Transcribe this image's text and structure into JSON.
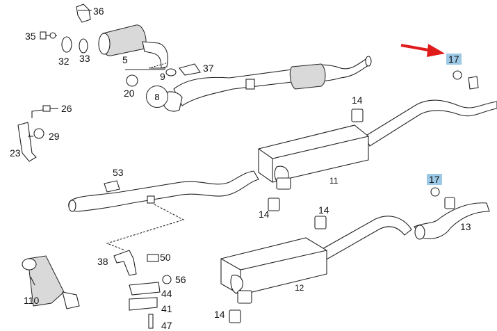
{
  "callouts": {
    "p35": "35",
    "p32": "32",
    "p33": "33",
    "p5": "5",
    "p36": "36",
    "p9": "9",
    "p37": "37",
    "p20": "20",
    "p8": "8",
    "p26": "26",
    "p29": "29",
    "p23": "23",
    "p17a": "17",
    "p17b": "17",
    "p14a": "14",
    "p14b": "14",
    "p14c": "14",
    "p14d": "14",
    "p53": "53",
    "p11": "11",
    "p12": "12",
    "p13": "13",
    "p38": "38",
    "p50": "50",
    "p56": "56",
    "p44": "44",
    "p41": "41",
    "p47": "47",
    "p110": "110"
  },
  "colors": {
    "highlight": "#9cc9e6",
    "arrow": "#e01b1b",
    "line": "#222222"
  }
}
